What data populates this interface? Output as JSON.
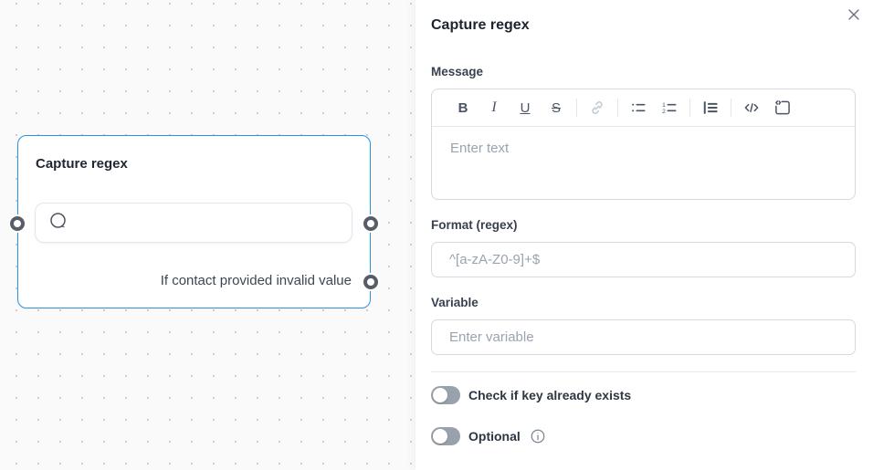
{
  "canvas": {
    "node": {
      "title": "Capture regex",
      "branch_label": "If contact provided invalid value"
    }
  },
  "panel": {
    "title": "Capture regex",
    "message": {
      "label": "Message",
      "placeholder": "Enter text"
    },
    "toolbar": {
      "bold": "B",
      "italic": "I",
      "underline": "U",
      "strikethrough": "S",
      "icons": [
        "link-icon",
        "bullet-list-icon",
        "ordered-list-icon",
        "blockquote-icon",
        "code-icon",
        "code-block-icon"
      ]
    },
    "format": {
      "label": "Format (regex)",
      "placeholder": "^[a-zA-Z0-9]+$"
    },
    "variable": {
      "label": "Variable",
      "placeholder": "Enter variable"
    },
    "toggles": {
      "check_key": {
        "label": "Check if key already exists",
        "state": "off"
      },
      "optional": {
        "label": "Optional",
        "state": "off",
        "has_info": true
      }
    }
  },
  "colors": {
    "accent_blue": "#2b93e0",
    "toggle_off": "#99a1ac",
    "icon": "#4b5563",
    "placeholder": "#9aa3b0",
    "port": "#575e69"
  }
}
